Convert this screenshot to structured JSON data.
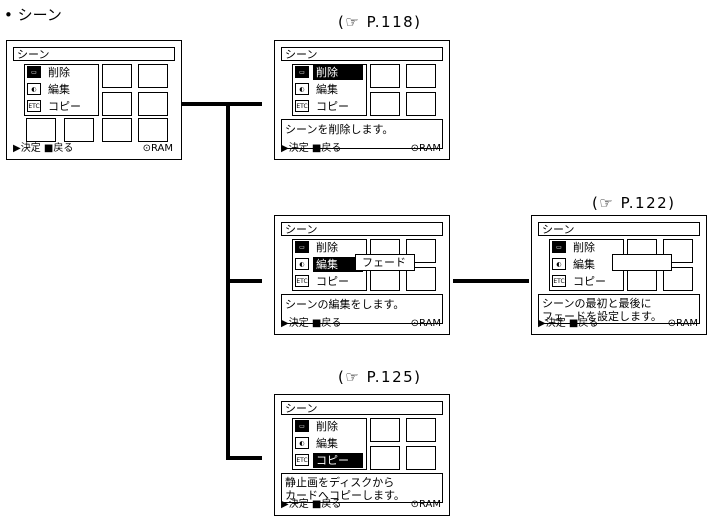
{
  "heading": "• シーン",
  "refs": [
    "(☞ P.118)",
    "(☞ P.122)",
    "(☞ P.125)"
  ],
  "screen": {
    "title": "シーン",
    "menu": [
      "削除",
      "編集",
      "コピー"
    ],
    "menu_icons": [
      "▭",
      "◐",
      "ETC"
    ],
    "footer_left": "▶決定 ■戻る",
    "footer_right": "⊙RAM",
    "submenu": "フェード"
  },
  "messages": {
    "delete": "シーンを削除します。",
    "edit": "シーンの編集をします。",
    "fade": "シーンの最初と最後に\nフェードを設定します。",
    "copy": "静止画をディスクから\nカードへコピーします。"
  }
}
